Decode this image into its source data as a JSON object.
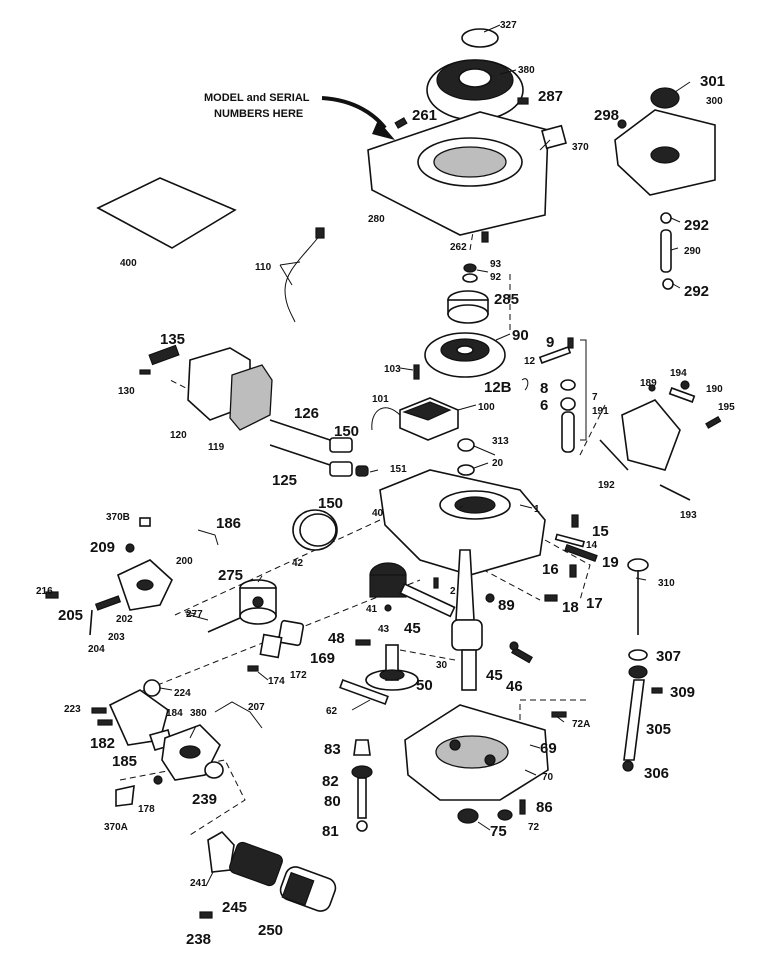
{
  "callout": {
    "line1": "MODEL and SERIAL",
    "line2": "NUMBERS HERE"
  },
  "labels": {
    "p327": "327",
    "p380": "380",
    "p287": "287",
    "p301": "301",
    "p300": "300",
    "p298": "298",
    "p261": "261",
    "p370": "370",
    "p280": "280",
    "p262": "262",
    "p400": "400",
    "p292a": "292",
    "p290": "290",
    "p292b": "292",
    "p110": "110",
    "p93": "93",
    "p92": "92",
    "p285": "285",
    "p90": "90",
    "p135": "135",
    "p9": "9",
    "p12": "12",
    "p103": "103",
    "p12b": "12B",
    "p8": "8",
    "p7": "7",
    "p6": "6",
    "p130": "130",
    "p101": "101",
    "p100": "100",
    "p194": "194",
    "p189": "189",
    "p190": "190",
    "p191": "191",
    "p195": "195",
    "p126": "126",
    "p120": "120",
    "p119": "119",
    "p150a": "150",
    "p313": "313",
    "p125": "125",
    "p151": "151",
    "p20": "20",
    "p192": "192",
    "p193": "193",
    "p150b": "150",
    "p40": "40",
    "p1": "1",
    "p370b": "370B",
    "p186": "186",
    "p15": "15",
    "p209": "209",
    "p200": "200",
    "p14": "14",
    "p19": "19",
    "p42": "42",
    "p275": "275",
    "p16": "16",
    "p310": "310",
    "p216": "216",
    "p205": "205",
    "p202": "202",
    "p203": "203",
    "p2": "2",
    "p89": "89",
    "p18": "18",
    "p17": "17",
    "p204": "204",
    "p277": "277",
    "p41": "41",
    "p43": "43",
    "p45a": "45",
    "p48": "48",
    "p172": "172",
    "p169": "169",
    "p307": "307",
    "p174": "174",
    "p30": "30",
    "p45b": "45",
    "p46": "46",
    "p224": "224",
    "p50": "50",
    "p309": "309",
    "p223": "223",
    "p184": "184",
    "p207": "207",
    "p182": "182",
    "p185": "185",
    "p62": "62",
    "p72a": "72A",
    "p305": "305",
    "p69": "69",
    "p83": "83",
    "p70": "70",
    "p306": "306",
    "p178": "178",
    "p239": "239",
    "p82": "82",
    "p370a": "370A",
    "p80": "80",
    "p86": "86",
    "p72": "72",
    "p75": "75",
    "p81": "81",
    "p241": "241",
    "p245": "245",
    "p238": "238",
    "p250": "250"
  }
}
